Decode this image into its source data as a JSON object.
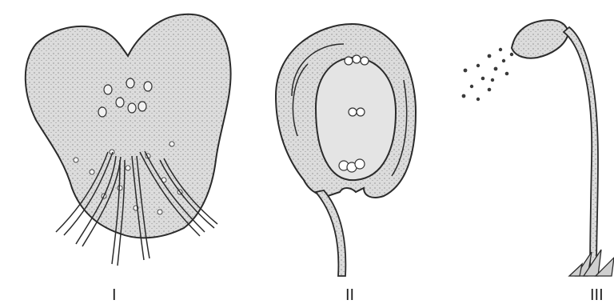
{
  "figure": {
    "panels": [
      {
        "label": "I"
      },
      {
        "label": "II"
      },
      {
        "label": "III"
      }
    ]
  },
  "colors": {
    "fill": "#d9d9d9",
    "stroke": "#2b2b2b",
    "dots": "#4a4a4a"
  }
}
